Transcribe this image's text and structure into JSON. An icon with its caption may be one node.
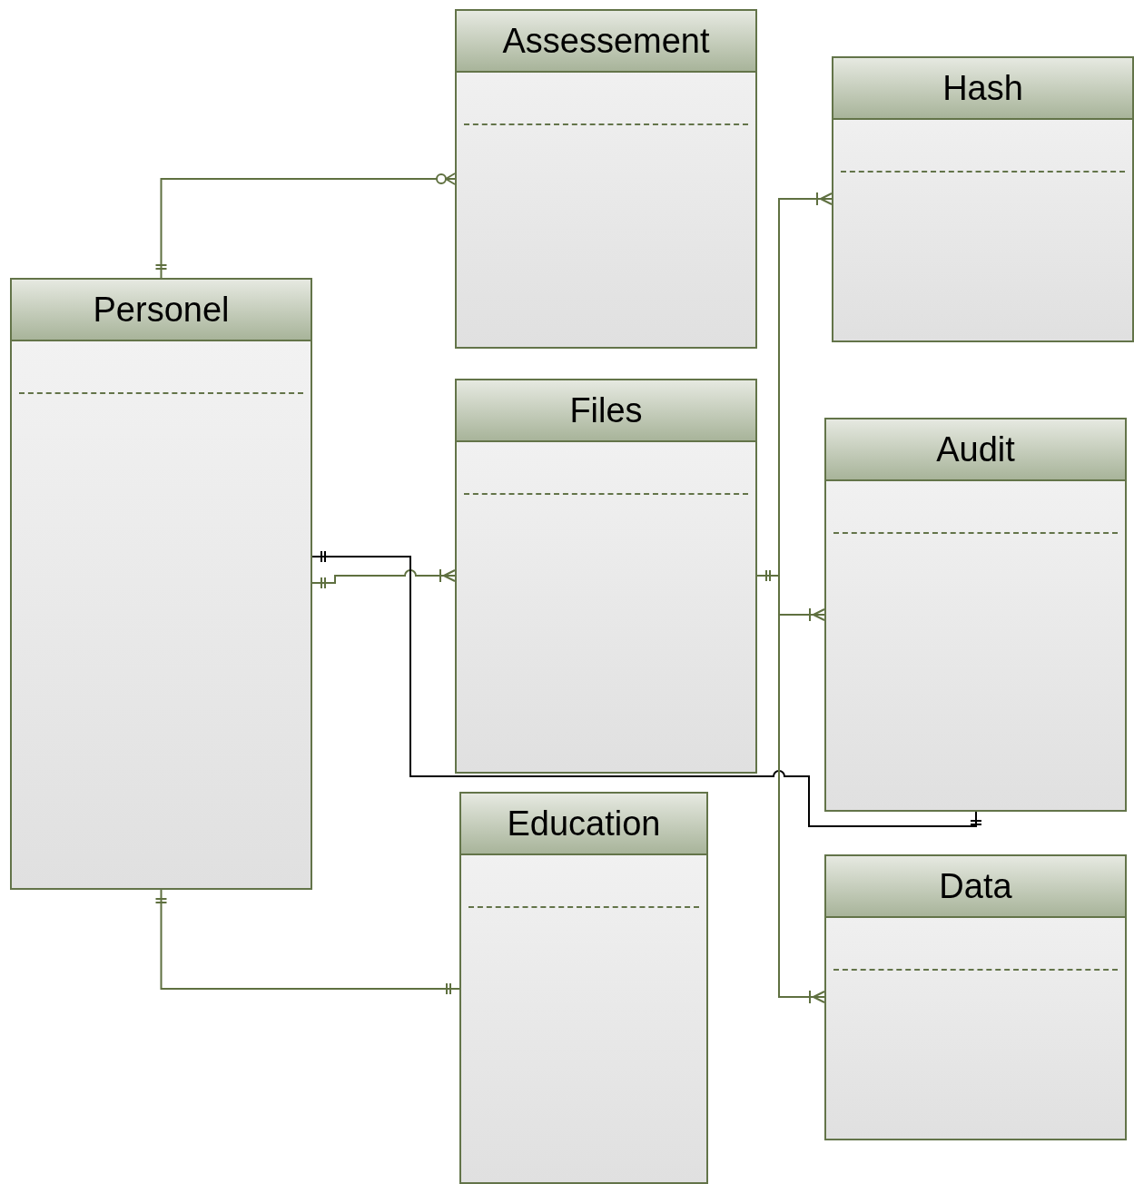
{
  "diagram": {
    "nodes": [
      {
        "text": [
          "Assessement"
        ]
      },
      {
        "text": [
          "Hash"
        ]
      },
      {
        "text": [
          "Personel"
        ]
      },
      {
        "text": [
          "Files"
        ]
      },
      {
        "text": [
          "Audit"
        ]
      },
      {
        "text": [
          "Education"
        ]
      },
      {
        "text": [
          "Data"
        ]
      }
    ],
    "edges": [
      {
        "from": 2,
        "to": 0,
        "arrow": "other"
      },
      {
        "from": 2,
        "to": 3,
        "arrow": "other"
      },
      {
        "from": 2,
        "to": 4,
        "arrow": "other",
        "color": "#000000"
      },
      {
        "from": 2,
        "to": 5,
        "arrow": "other"
      },
      {
        "from": 3,
        "to": 1,
        "arrow": "other"
      },
      {
        "from": 3,
        "to": 4,
        "arrow": "other"
      },
      {
        "from": 3,
        "to": 6,
        "arrow": "other"
      }
    ]
  }
}
